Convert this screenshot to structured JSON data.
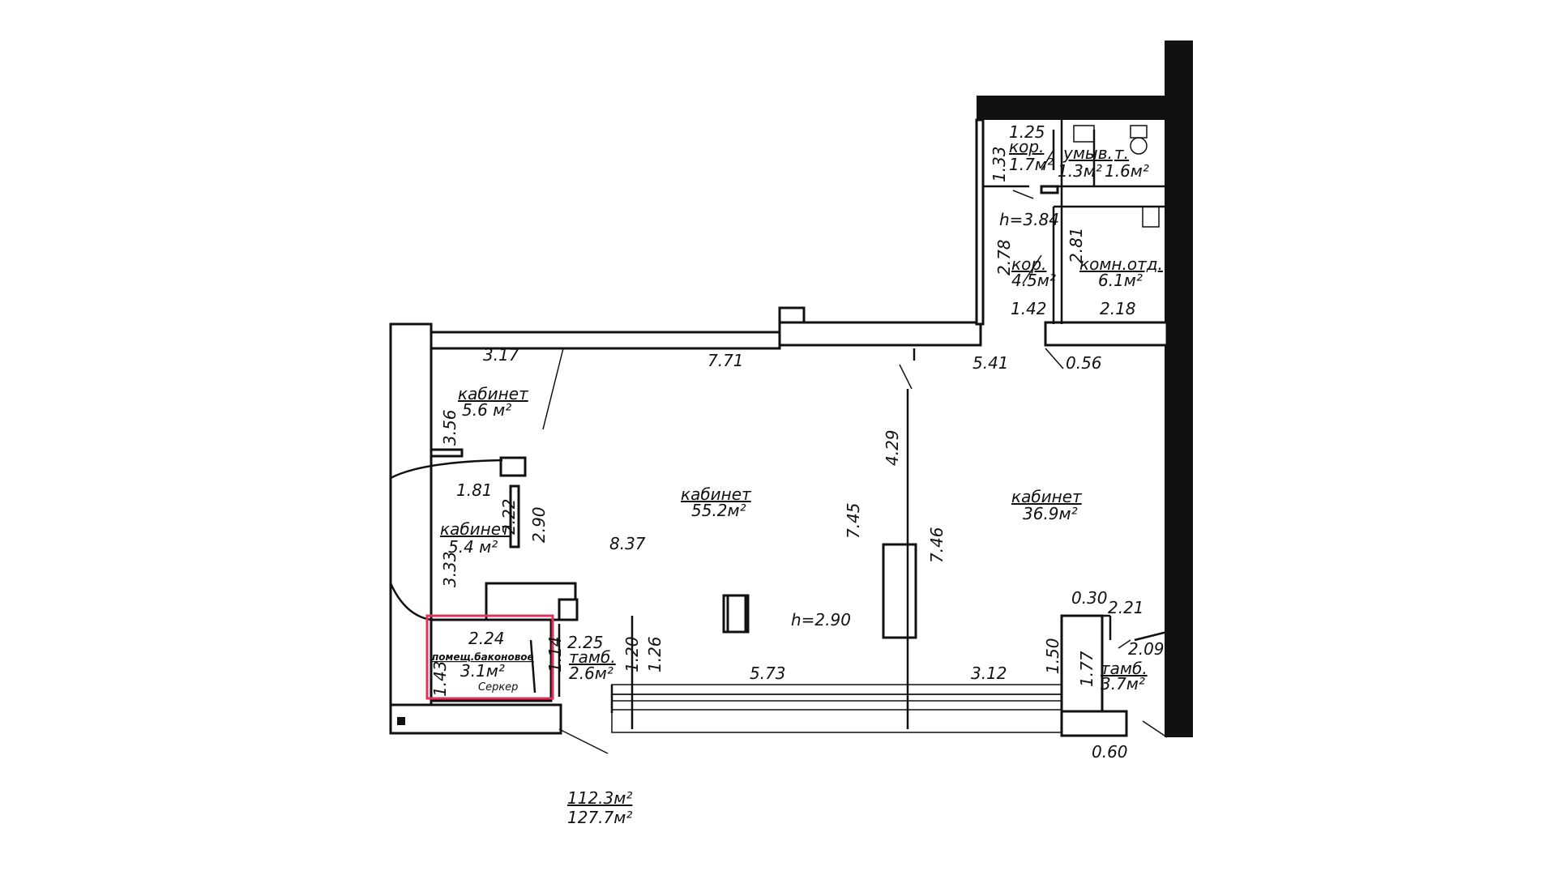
{
  "plan": {
    "ceiling_heights": {
      "main": "h=2.90",
      "service": "h=3.84"
    },
    "totals": {
      "area_1": "112.3м²",
      "area_2": "127.7м²"
    },
    "highlight_color": "#e0325a",
    "rooms": {
      "office_large": {
        "name": "кабинет",
        "area": "55.2м²"
      },
      "office_right": {
        "name": "кабинет",
        "area": "36.9м²"
      },
      "office_top": {
        "name": "кабинет",
        "area": "5.6 м²"
      },
      "office_mid": {
        "name": "кабинет",
        "area": "5.4 м²"
      },
      "storage": {
        "name": "помещ.баконовое",
        "area": "3.1м²"
      },
      "vestibule_1": {
        "name": "тамб.",
        "area": "2.6м²"
      },
      "vestibule_2": {
        "name": "тамб.",
        "area": "3.7м²"
      },
      "corridor_1": {
        "name": "кор.",
        "area": "1.7м²"
      },
      "corridor_2": {
        "name": "кор.",
        "area": "4.5м²"
      },
      "washroom": {
        "name": "умыв.",
        "area": "1.3м²"
      },
      "toilet": {
        "name": "т.",
        "area": "1.6м²"
      },
      "rest_room": {
        "name": "комн.отд.",
        "area": "6.1м²"
      }
    },
    "dimensions": {
      "d_3_17": "3.17",
      "d_7_71": "7.71",
      "d_5_41": "5.41",
      "d_0_56": "0.56",
      "d_3_56": "3.56",
      "d_1_81": "1.81",
      "d_2_22": "2.22",
      "d_2_90": "2.90",
      "d_3_33": "3.33",
      "d_8_37": "8.37",
      "d_7_45": "7.45",
      "d_4_29": "4.29",
      "d_7_46": "7.46",
      "d_2_24": "2.24",
      "d_1_43": "1.43",
      "d_1_14": "1.14",
      "d_2_25": "2.25",
      "d_1_20": "1.20",
      "d_1_26": "1.26",
      "d_5_73": "5.73",
      "d_3_12": "3.12",
      "d_1_50": "1.50",
      "d_1_77": "1.77",
      "d_0_30": "0.30",
      "d_2_21": "2.21",
      "d_2_09": "2.09",
      "d_0_60": "0.60",
      "d_1_25": "1.25",
      "d_1_33": "1.33",
      "d_2_78": "2.78",
      "d_2_81": "2.81",
      "d_1_42": "1.42",
      "d_2_18": "2.18",
      "d_storage_small": "Серкер"
    }
  }
}
